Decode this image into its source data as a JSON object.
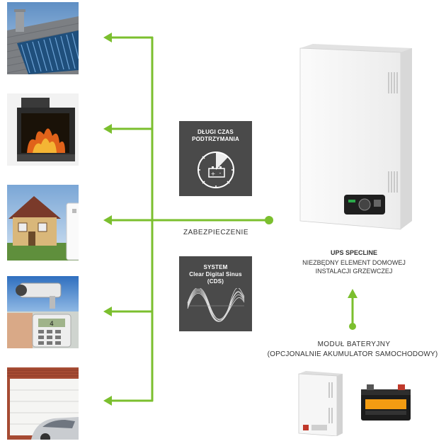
{
  "colors": {
    "connector": "#7bbf2e",
    "info_box": "#4a4a4a",
    "text": "#333333"
  },
  "features": {
    "holdup": {
      "line1": "DŁUGI CZAS",
      "line2": "PODTRZYMANIA",
      "icon": "stopwatch-battery-icon"
    },
    "cds": {
      "line1": "SYSTEM",
      "line2": "Clear Digital Sinus",
      "line3": "(CDS)",
      "icon": "sine-wave-icon"
    }
  },
  "protection_label": "ZABEZPIECZENIE",
  "ups": {
    "title": "UPS SPECLINE",
    "line1": "NIEZBĘDNY ELEMENT DOMOWEJ",
    "line2": "INSTALACJI GRZEWCZEJ"
  },
  "battery_module": {
    "line1": "MODUŁ BATERYJNY",
    "line2": "(OPCJONALNIE AKUMULATOR SAMOCHODOWY)"
  },
  "devices": [
    {
      "icon": "solar-collector-icon"
    },
    {
      "icon": "fireplace-icon"
    },
    {
      "icon": "house-boiler-icon"
    },
    {
      "icon": "security-camera-keypad-icon"
    },
    {
      "icon": "garage-door-icon"
    }
  ],
  "keypad_display": "4"
}
